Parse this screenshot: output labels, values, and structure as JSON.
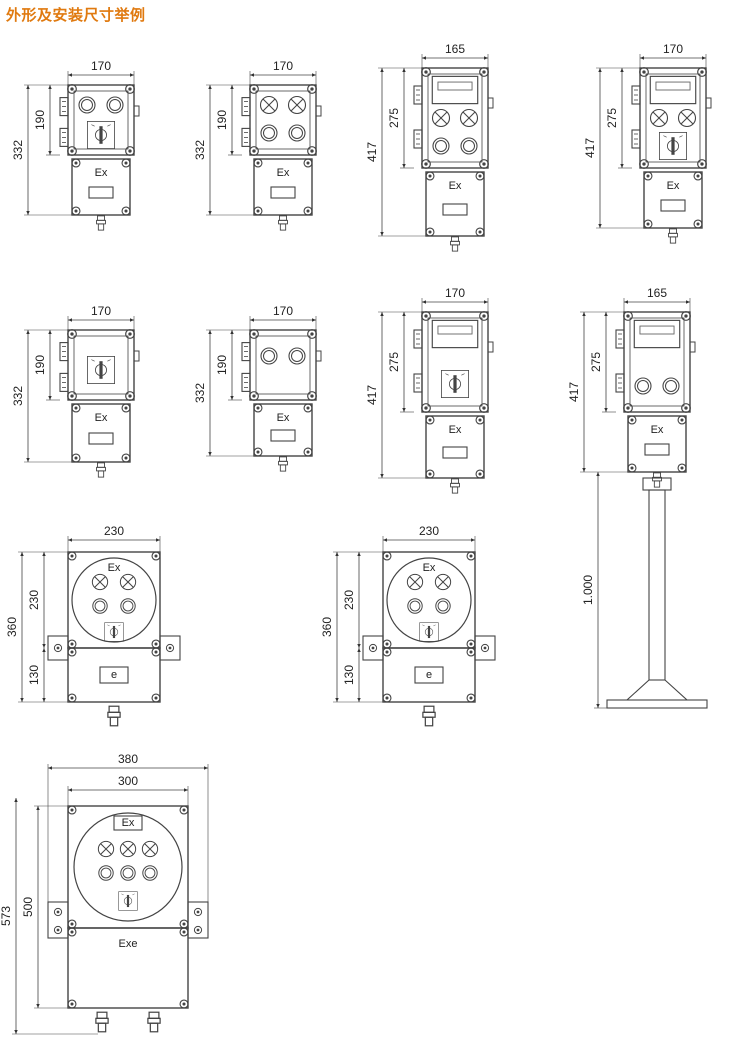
{
  "title": "外形及安装尺寸举例",
  "colors": {
    "title": "#e07a10",
    "line": "#444444"
  },
  "figures": [
    {
      "width_label": "170",
      "upper_label": "190",
      "total_label": "332",
      "lower_label": "Ex"
    },
    {
      "width_label": "170",
      "upper_label": "190",
      "total_label": "332",
      "lower_label": "Ex"
    },
    {
      "width_label": "165",
      "upper_label": "275",
      "total_label": "417",
      "lower_label": "Ex"
    },
    {
      "width_label": "170",
      "upper_label": "275",
      "total_label": "417",
      "lower_label": "Ex"
    },
    {
      "width_label": "170",
      "upper_label": "190",
      "total_label": "332",
      "lower_label": "Ex"
    },
    {
      "width_label": "170",
      "upper_label": "190",
      "total_label": "332",
      "lower_label": "Ex"
    },
    {
      "width_label": "170",
      "upper_label": "275",
      "total_label": "417",
      "lower_label": "Ex"
    },
    {
      "width_label": "165",
      "upper_label": "275",
      "total_label": "417",
      "lower_label": "Ex",
      "stand_label": "1.000"
    },
    {
      "width_label": "230",
      "upper_label": "230",
      "lower_dim_label": "130",
      "total_label": "360",
      "top_label": "Ex",
      "lower_label": "e"
    },
    {
      "width_label": "230",
      "upper_label": "230",
      "lower_dim_label": "130",
      "total_label": "360",
      "top_label": "Ex",
      "lower_label": "e"
    },
    {
      "outer_width_label": "380",
      "width_label": "300",
      "upper_label": "500",
      "total_label": "573",
      "top_label": "Ex",
      "lower_label": "Exe"
    }
  ]
}
